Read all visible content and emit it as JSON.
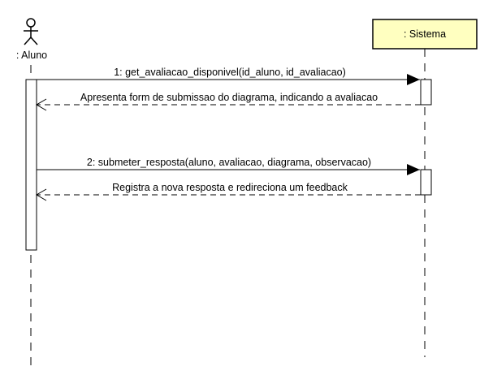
{
  "participants": {
    "actor": {
      "label": ": Aluno",
      "icon": "stick-figure-actor"
    },
    "system": {
      "label": ": Sistema",
      "fill": "#ffffc0"
    }
  },
  "messages": {
    "m1": {
      "label": "1: get_avaliacao_disponivel(id_aluno, id_avaliacao)",
      "kind": "synchronous-call"
    },
    "r1": {
      "label": "Apresenta form de submissao do diagrama, indicando a avaliacao",
      "kind": "return"
    },
    "m2": {
      "label": "2: submeter_resposta(aluno, avaliacao, diagrama, observacao)",
      "kind": "synchronous-call"
    },
    "r2": {
      "label": "Registra a nova resposta e redireciona um feedback",
      "kind": "return"
    }
  }
}
